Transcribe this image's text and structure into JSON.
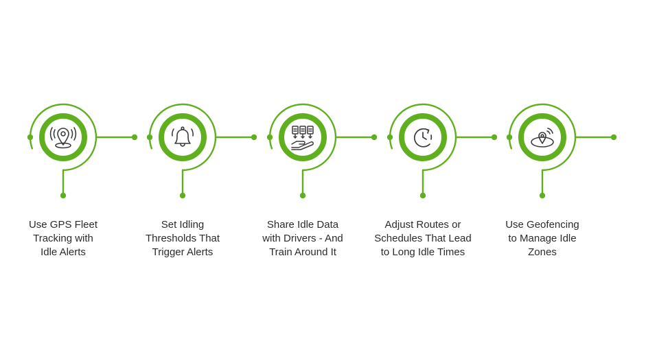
{
  "colors": {
    "accent": "#5faf1e",
    "icon": "#3a3a3a",
    "text": "#2b2b2b"
  },
  "steps": [
    {
      "icon": "location-signal-icon",
      "label": [
        "Use GPS Fleet",
        "Tracking with",
        "Idle Alerts"
      ]
    },
    {
      "icon": "bell-icon",
      "label": [
        "Set Idling",
        "Thresholds That",
        "Trigger Alerts"
      ]
    },
    {
      "icon": "data-share-hand-icon",
      "label": [
        "Share Idle Data",
        "with Drivers - And",
        "Train Around It"
      ]
    },
    {
      "icon": "clock-icon",
      "label": [
        "Adjust Routes or",
        "Schedules That Lead",
        "to Long Idle Times"
      ]
    },
    {
      "icon": "geofence-pin-icon",
      "label": [
        "Use Geofencing",
        "to Manage Idle",
        "Zones"
      ]
    }
  ]
}
